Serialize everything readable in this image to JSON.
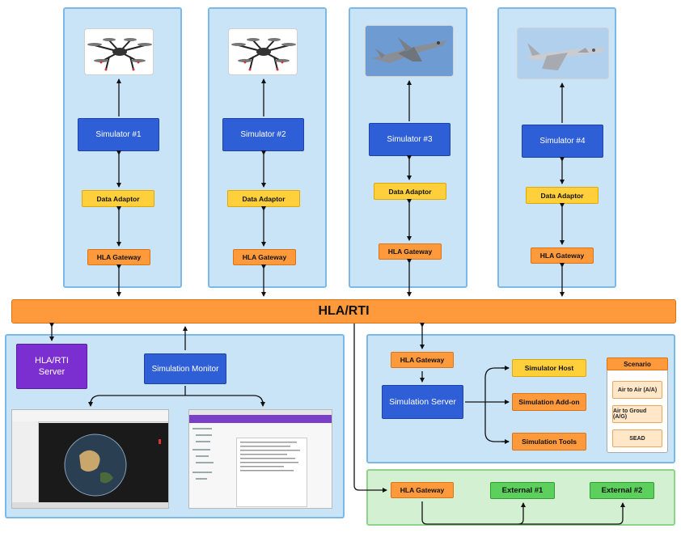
{
  "bus": {
    "label": "HLA/RTI"
  },
  "top_simulators": [
    {
      "image": "hexacopter-drone",
      "simulator": "Simulator #1",
      "adaptor": "Data Adaptor",
      "gateway": "HLA Gateway"
    },
    {
      "image": "hexacopter-drone",
      "simulator": "Simulator #2",
      "adaptor": "Data Adaptor",
      "gateway": "HLA Gateway"
    },
    {
      "image": "fighter-jet",
      "simulator": "Simulator #3",
      "adaptor": "Data Adaptor",
      "gateway": "HLA Gateway"
    },
    {
      "image": "fighter-jet-gripen",
      "simulator": "Simulator #4",
      "adaptor": "Data Adaptor",
      "gateway": "HLA Gateway"
    }
  ],
  "monitor_panel": {
    "server": "HLA/RTI Server",
    "monitor": "Simulation Monitor",
    "screenshots": [
      "globe-viewer-app",
      "log-console-app"
    ]
  },
  "server_panel": {
    "gateway": "HLA Gateway",
    "server": "Simulation Server",
    "outputs": [
      "Simulator Host",
      "Simulation Add-on",
      "Simulation Tools"
    ],
    "scenario": {
      "title": "Scenario",
      "items": [
        "Air to Air (A/A)",
        "Air to Groud (A/G)",
        "SEAD"
      ]
    }
  },
  "external_panel": {
    "gateway": "HLA Gateway",
    "externals": [
      "External #1",
      "External #2"
    ]
  },
  "colors": {
    "panel_blue": "#c9e3f7",
    "panel_green": "#d4f0d2",
    "simulator_blue": "#2f5fd6",
    "adaptor_yellow": "#ffcf3c",
    "gateway_orange": "#ff9a3c",
    "external_green": "#5ccf5c",
    "server_purple": "#7b2fd0"
  }
}
